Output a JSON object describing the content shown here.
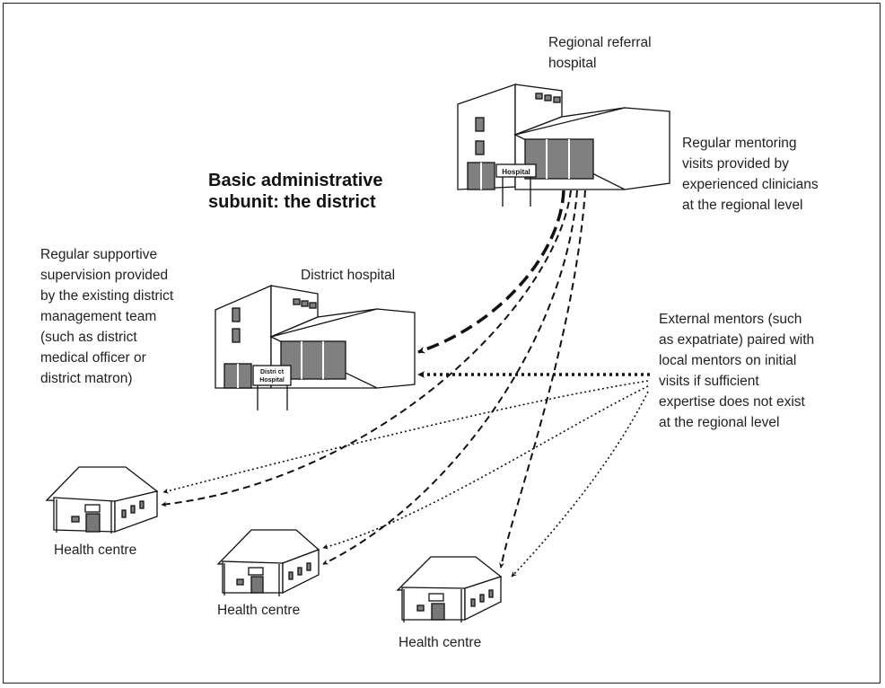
{
  "labels": {
    "regional_hospital": [
      "Regional referral",
      "hospital"
    ],
    "regional_mentoring": [
      "Regular mentoring",
      "visits provided by",
      "experienced clinicians",
      "at the regional level"
    ],
    "district_title": [
      "Basic administrative",
      "subunit: the district"
    ],
    "district_supervision": [
      "Regular supportive",
      "supervision provided",
      "by the existing district",
      "management team",
      "(such as district",
      "medical officer or",
      "district matron)"
    ],
    "district_hospital": "District hospital",
    "external_mentors": [
      "External mentors (such",
      "as expatriate) paired with",
      "local mentors on initial",
      "visits if sufficient",
      "expertise does not exist",
      "at the regional level"
    ],
    "health_centre_1": "Health centre",
    "health_centre_2": "Health centre",
    "health_centre_3": "Health centre"
  },
  "signs": {
    "regional": "Hospital",
    "district": [
      "Distri ct",
      "Hospital"
    ]
  },
  "colors": {
    "stroke": "#111111",
    "window": "#808080",
    "door": "#777777"
  }
}
